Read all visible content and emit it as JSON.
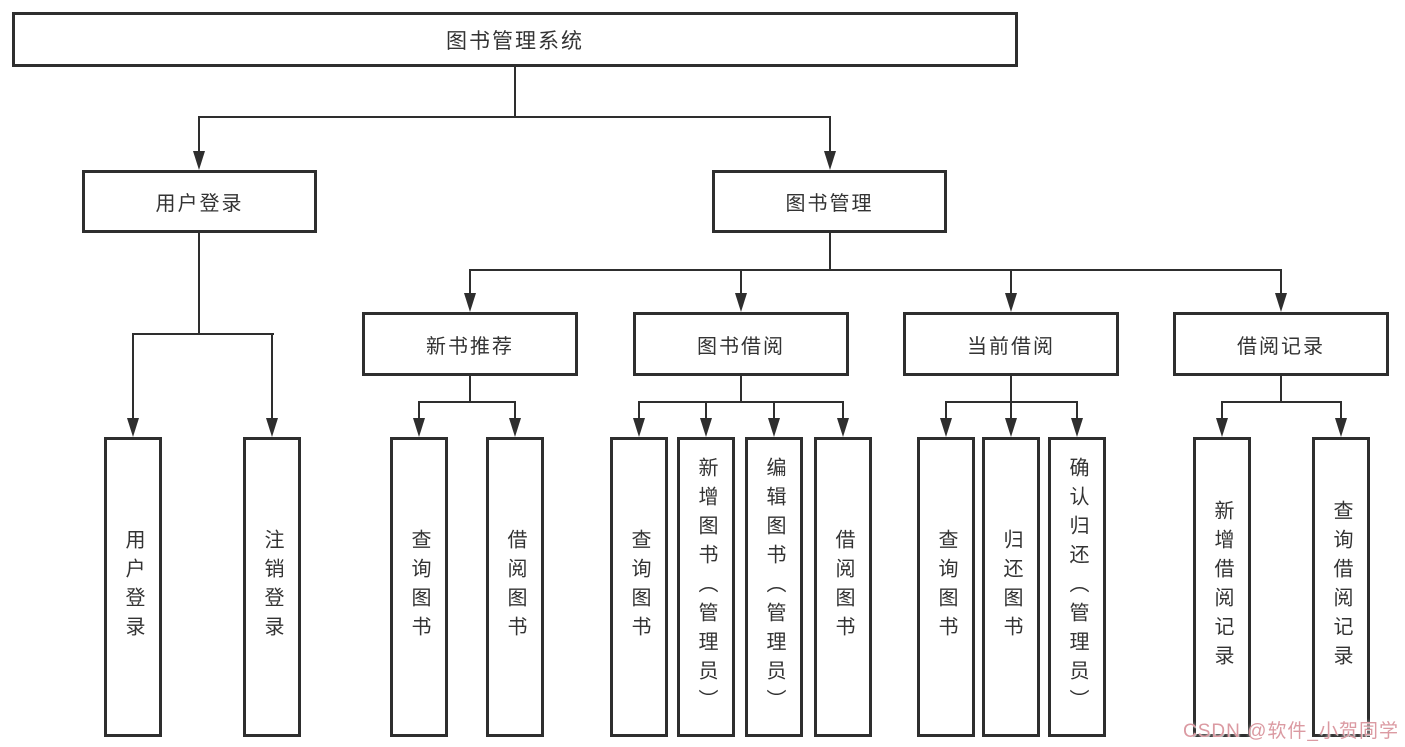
{
  "diagram": {
    "root": {
      "label": "图书管理系统"
    },
    "level2": [
      {
        "label": "用户登录"
      },
      {
        "label": "图书管理"
      }
    ],
    "level3": [
      {
        "label": "新书推荐"
      },
      {
        "label": "图书借阅"
      },
      {
        "label": "当前借阅"
      },
      {
        "label": "借阅记录"
      }
    ],
    "leaves": {
      "user_login": [
        "用户登录",
        "注销登录"
      ],
      "new_book_recommend": [
        "查询图书",
        "借阅图书"
      ],
      "book_borrow": [
        "查询图书",
        "新增图书（管理员）",
        "编辑图书（管理员）",
        "借阅图书"
      ],
      "current_borrow": [
        "查询图书",
        "归还图书",
        "确认归还（管理员）"
      ],
      "borrow_record": [
        "新增借阅记录",
        "查询借阅记录"
      ]
    }
  },
  "watermark": {
    "text": "CSDN @软件_小贺同学"
  },
  "colors": {
    "line": "#2e2e2e",
    "box_border": "#2e2e2e",
    "text": "#333333",
    "background": "#ffffff",
    "watermark": "#db9aa2"
  }
}
